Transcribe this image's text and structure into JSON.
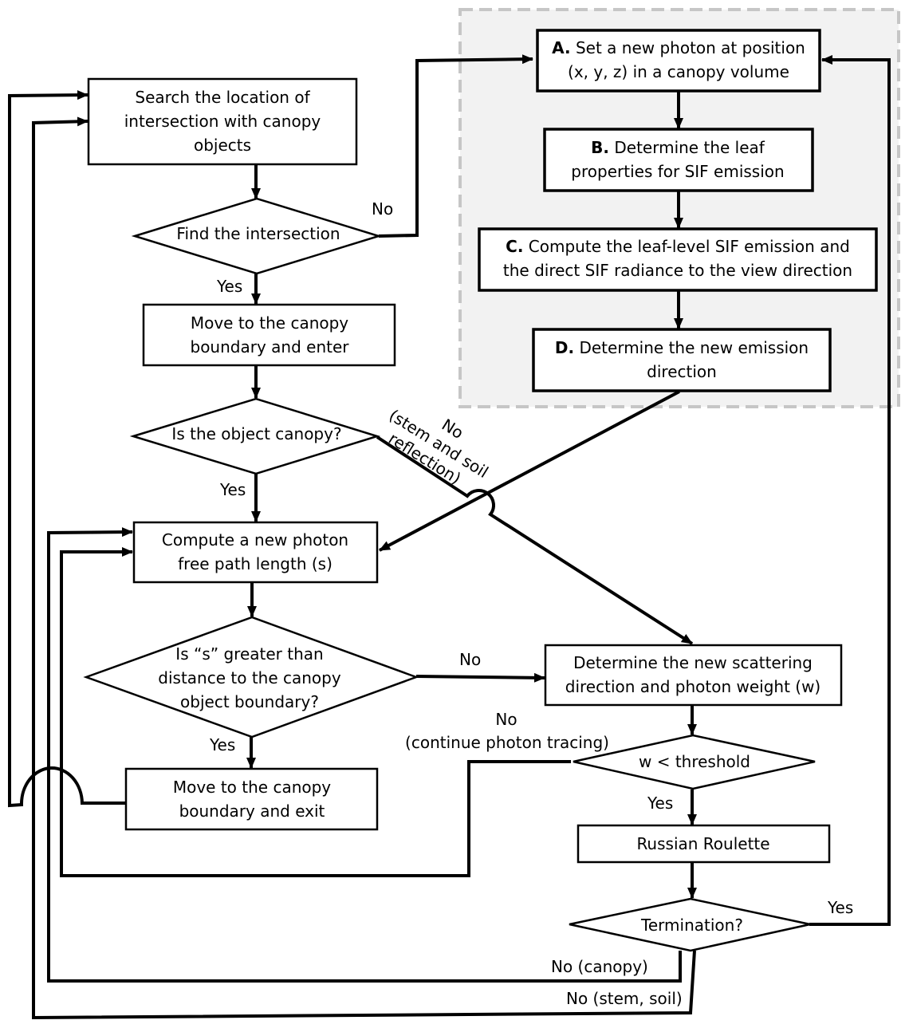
{
  "nodes": {
    "search": {
      "lines": [
        [
          "",
          "Search the location of"
        ],
        [
          "",
          "intersection with canopy"
        ],
        [
          "",
          "objects"
        ]
      ]
    },
    "find": {
      "lines": [
        [
          "",
          "Find the intersection"
        ]
      ]
    },
    "move_enter": {
      "lines": [
        [
          "",
          "Move to the canopy"
        ],
        [
          "",
          "boundary and enter"
        ]
      ]
    },
    "is_canopy": {
      "lines": [
        [
          "",
          "Is the object canopy?"
        ]
      ]
    },
    "compute_path": {
      "lines": [
        [
          "",
          "Compute a new photon"
        ],
        [
          "",
          "free path length (s)"
        ]
      ]
    },
    "is_s_greater": {
      "lines": [
        [
          "",
          "Is “s”  greater than"
        ],
        [
          "",
          "distance to the canopy"
        ],
        [
          "",
          "object boundary?"
        ]
      ]
    },
    "move_exit": {
      "lines": [
        [
          "",
          "Move to the canopy"
        ],
        [
          "",
          "boundary and exit"
        ]
      ]
    },
    "step_a": {
      "lines": [
        [
          "A.",
          " Set a new photon at position"
        ],
        [
          "",
          "(x, y, z) in a canopy volume"
        ]
      ]
    },
    "step_b": {
      "lines": [
        [
          "B.",
          " Determine the leaf"
        ],
        [
          "",
          "properties for SIF emission"
        ]
      ]
    },
    "step_c": {
      "lines": [
        [
          "C.",
          " Compute the leaf-level SIF emission and"
        ],
        [
          "",
          "the direct SIF radiance to the view direction"
        ]
      ]
    },
    "step_d": {
      "lines": [
        [
          "D.",
          " Determine the new emission"
        ],
        [
          "",
          "direction"
        ]
      ]
    },
    "scatter": {
      "lines": [
        [
          "",
          "Determine the new scattering"
        ],
        [
          "",
          "direction and photon weight (w)"
        ]
      ]
    },
    "threshold": {
      "lines": [
        [
          "",
          "w < threshold"
        ]
      ]
    },
    "roulette": {
      "lines": [
        [
          "",
          "Russian Roulette"
        ]
      ]
    },
    "termination": {
      "lines": [
        [
          "",
          "Termination?"
        ]
      ]
    }
  },
  "labels": {
    "find_no": "No",
    "find_yes": "Yes",
    "canopy_yes": "Yes",
    "canopy_no_1": "No",
    "canopy_no_2": "(stem and soil",
    "canopy_no_3": "reflection)",
    "s_no": "No",
    "s_yes": "Yes",
    "threshold_no_1": "No",
    "threshold_no_2": "(continue photon tracing)",
    "threshold_yes": "Yes",
    "term_yes": "Yes",
    "term_no_canopy": "No (canopy)",
    "term_no_stem": "No (stem, soil)"
  }
}
